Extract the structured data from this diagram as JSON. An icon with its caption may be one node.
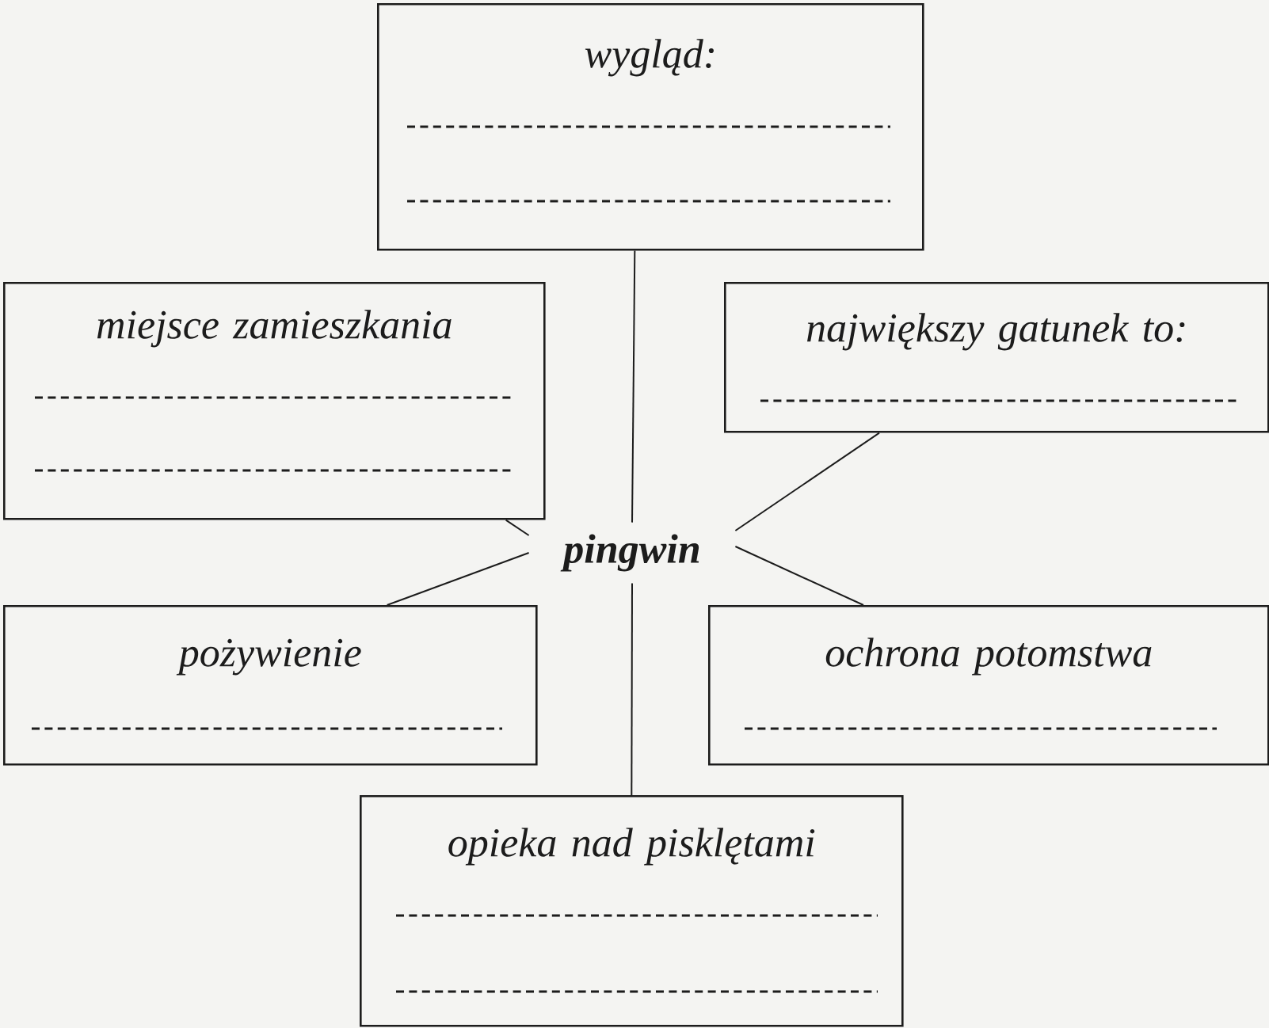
{
  "diagram": {
    "nodes": [
      {
        "text": [
          "wygląd:"
        ]
      },
      {
        "text": [
          "miejsce zamieszkania"
        ]
      },
      {
        "text": [
          "największy gatunek to:"
        ]
      },
      {
        "text": [
          "pingwin"
        ]
      },
      {
        "text": [
          "pożywienie"
        ]
      },
      {
        "text": [
          "ochrona potomstwa"
        ]
      },
      {
        "text": [
          "opieka nad pisklętami"
        ]
      }
    ],
    "edges": [
      {
        "from": 3,
        "to": 0,
        "arrow": "none"
      },
      {
        "from": 3,
        "to": 1,
        "arrow": "none"
      },
      {
        "from": 3,
        "to": 2,
        "arrow": "none"
      },
      {
        "from": 3,
        "to": 4,
        "arrow": "none"
      },
      {
        "from": 3,
        "to": 5,
        "arrow": "none"
      },
      {
        "from": 3,
        "to": 6,
        "arrow": "none"
      }
    ]
  }
}
